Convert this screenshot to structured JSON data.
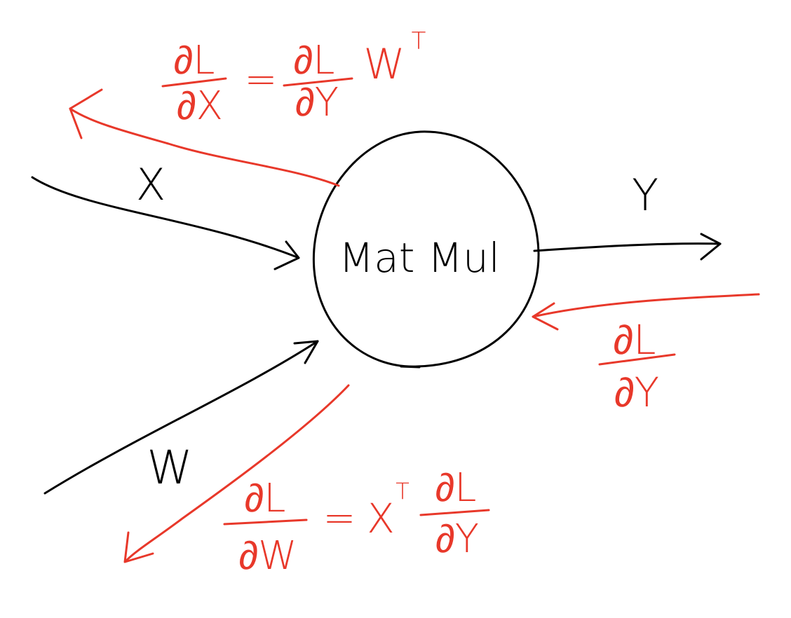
{
  "colors": {
    "forward_ink": "#000000",
    "gradient_ink": "#e8382a",
    "background": "#ffffff"
  },
  "node": {
    "label": "Mat Mul"
  },
  "inputs": {
    "x_label": "X",
    "w_label": "W"
  },
  "output": {
    "y_label": "Y"
  },
  "gradients": {
    "dL_dY": {
      "numerator": "∂L",
      "denominator": "∂Y"
    },
    "dL_dX": {
      "numerator": "∂L",
      "denominator": "∂X",
      "equals": "=",
      "rhs_numerator": "∂L",
      "rhs_denominator": "∂Y",
      "rhs_factor": "W",
      "rhs_superscript": "T"
    },
    "dL_dW": {
      "numerator": "∂L",
      "denominator": "∂W",
      "equals": "=",
      "rhs_factor": "X",
      "rhs_superscript": "T",
      "rhs_numerator": "∂L",
      "rhs_denominator": "∂Y"
    }
  }
}
